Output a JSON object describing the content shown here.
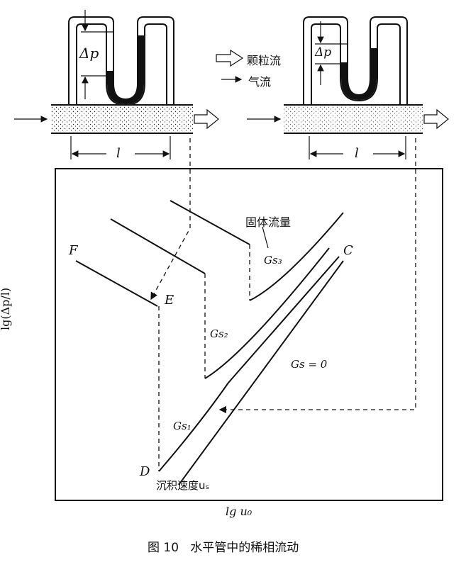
{
  "legend": {
    "particle_flow": "颗粒流",
    "gas_flow": "气流"
  },
  "manometer": {
    "dp_label": "Δp",
    "length_label": "l"
  },
  "axes": {
    "y_label": "lg(Δp/l)",
    "x_label": "lg u₀"
  },
  "points": {
    "F": "F",
    "E": "E",
    "D": "D",
    "C": "C"
  },
  "curves": {
    "solids_flux": "固体流量",
    "gs1": "Gs₁",
    "gs2": "Gs₂",
    "gs3": "Gs₃",
    "gs0": "Gs = 0"
  },
  "saltation_velocity": "沉积速度uₛ",
  "caption": "图 10   水平管中的稀相流动"
}
